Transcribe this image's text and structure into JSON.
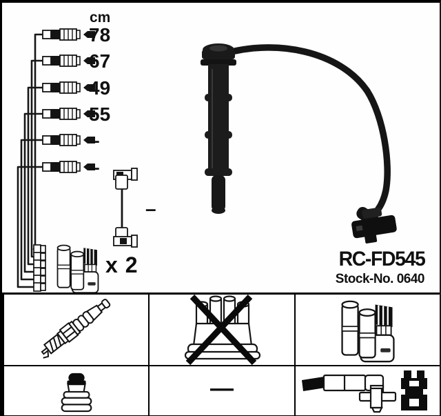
{
  "part": {
    "code": "RC-FD545",
    "stock_no": "Stock-No. 0640"
  },
  "schematic": {
    "unit_header": "cm",
    "cable_lengths": [
      "78",
      "67",
      "49",
      "55",
      "–",
      "–"
    ],
    "coil_wire_length": "–",
    "coil_pack_quantity": "x 2"
  },
  "legend": {
    "dash": "—",
    "row1_icons": [
      "spark-plug-icon",
      "distributor-cap-crossed-icon",
      "ignition-coil-icon"
    ],
    "row2_icons": [
      "terminal-nut-icon",
      "dash-symbol",
      "connector-set-icon"
    ]
  },
  "colors": {
    "ink": "#111111",
    "photo": "#181818",
    "background": "#ffffff"
  }
}
